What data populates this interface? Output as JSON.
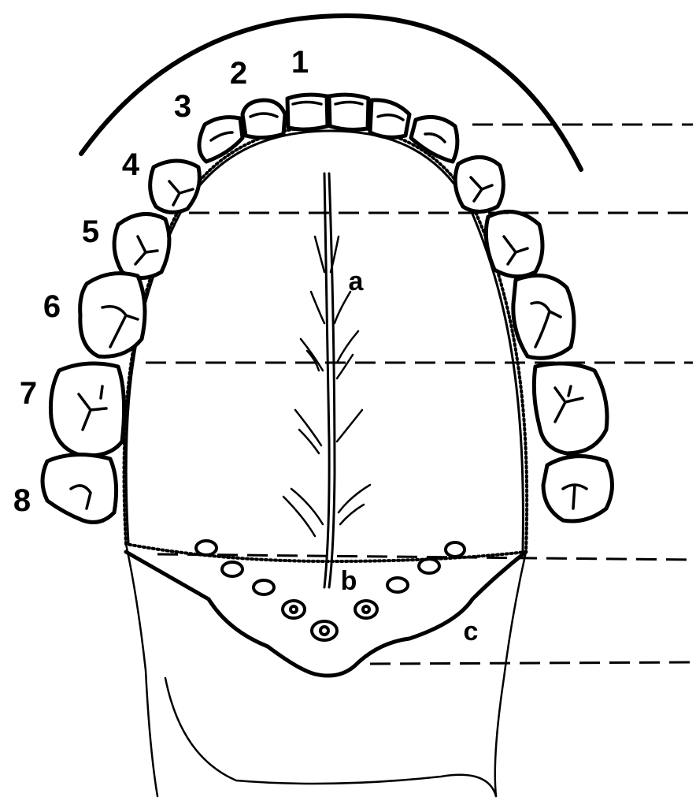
{
  "diagram": {
    "teeth_labels": [
      "1",
      "2",
      "3",
      "4",
      "5",
      "6",
      "7",
      "8"
    ],
    "region_labels": {
      "a": "a",
      "b": "b",
      "c": "c"
    },
    "reference_lines": 5
  }
}
